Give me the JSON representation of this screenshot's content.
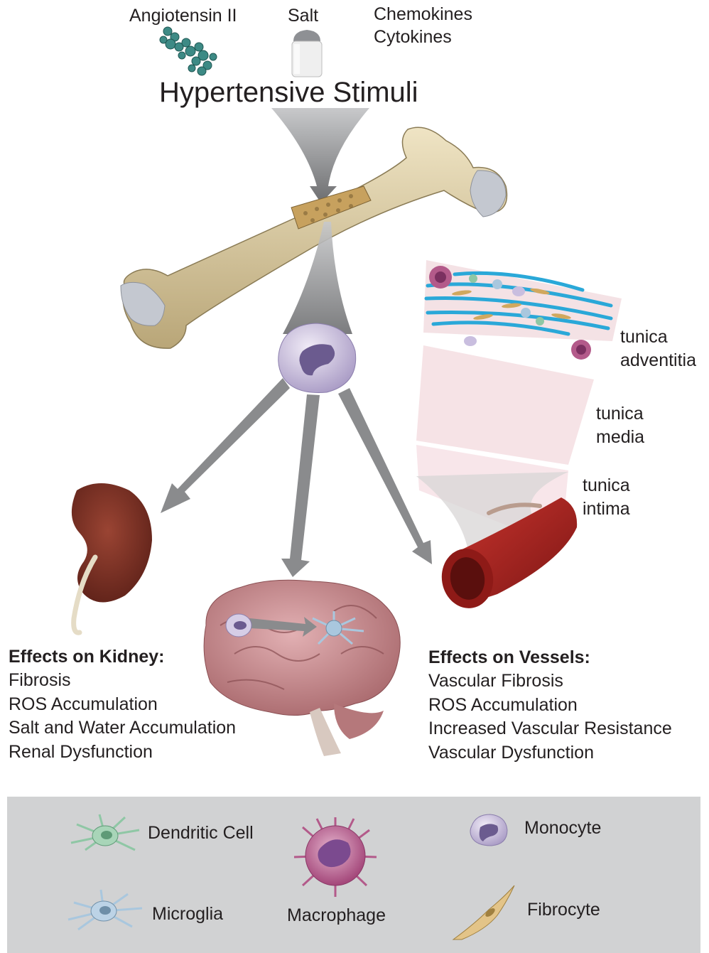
{
  "stimuli": {
    "items": [
      "Angiotensin II",
      "Salt",
      "Chemokines",
      "Cytokines"
    ],
    "title": "Hypertensive Stimuli"
  },
  "vessel_layers": [
    "tunica adventitia",
    "tunica media",
    "tunica intima"
  ],
  "vessel_layer_lines": {
    "adventitia": [
      "tunica",
      "adventitia"
    ],
    "media": [
      "tunica",
      "media"
    ],
    "intima": [
      "tunica",
      "intima"
    ]
  },
  "kidney_effects": {
    "heading": "Effects on Kidney:",
    "items": [
      "Fibrosis",
      "ROS Accumulation",
      "Salt and Water Accumulation",
      "Renal Dysfunction"
    ]
  },
  "vessel_effects": {
    "heading": "Effects on Vessels:",
    "items": [
      "Vascular Fibrosis",
      "ROS Accumulation",
      "Increased Vascular Resistance",
      "Vascular Dysfunction"
    ]
  },
  "legend": {
    "dendritic_cell": "Dendritic Cell",
    "macrophage": "Macrophage",
    "monocyte": "Monocyte",
    "microglia": "Microglia",
    "fibrocyte": "Fibrocyte"
  },
  "colors": {
    "bone": "#d9c9a0",
    "arrow": "#8a8b8d",
    "kidney": "#7a2e22",
    "vessel": "#a3201d",
    "brain": "#c88a8d",
    "monocyte": "#d6cde6",
    "monocyte_nucleus": "#6b5b8f",
    "dendritic": "#8fc7a5",
    "microglia": "#a9c7de",
    "macrophage": "#b35a8a",
    "fibrocyte": "#d9b36a",
    "legend_bg": "#d1d2d3",
    "vessel_wall": "#f6e3e6",
    "collagen": "#2aa8d8"
  }
}
